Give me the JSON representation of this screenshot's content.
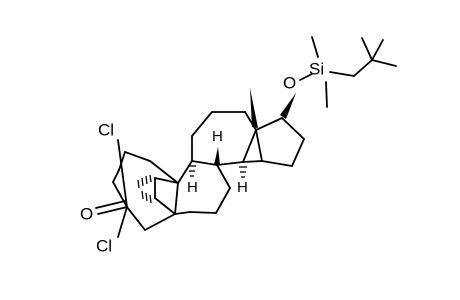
{
  "labels": {
    "cl_top": "Cl",
    "cl_bottom": "Cl",
    "oxygen_ketone": "O",
    "oxygen_ether": "O",
    "silicon": "Si",
    "h_c9": "H",
    "h_c8": "H",
    "h_c14": "H"
  },
  "colors": {
    "bond": "#000000",
    "background": "#ffffff"
  }
}
